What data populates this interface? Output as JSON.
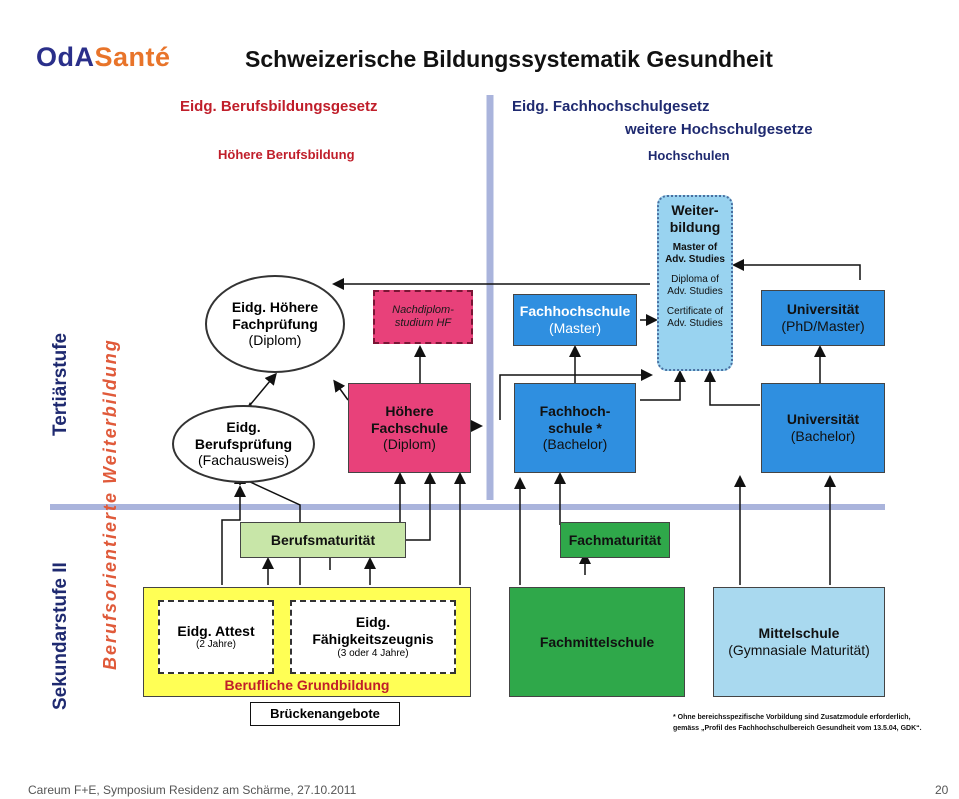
{
  "logo": {
    "part1": "OdA",
    "part2": "Santé",
    "colors": {
      "part1": "#2a2f8a",
      "part2": "#e8742a"
    }
  },
  "title": "Schweizerische Bildungssystematik Gesundheit",
  "left_header": {
    "law": "Eidg. Berufsbildungsgesetz",
    "sub": "Höhere Berufsbildung"
  },
  "right_header": {
    "law1": "Eidg. Fachhochschulgesetz",
    "law2": "weitere Hochschulgesetze",
    "sub": "Hochschulen"
  },
  "side_labels": {
    "tertiaer": "Tertiärstufe",
    "sekundar": "Sekundarstufe II",
    "weiterbildung": "Berufsorientierte Weiterbildung"
  },
  "boxes": {
    "hoehere_fachpruefung": {
      "line1": "Eidg. Höhere",
      "line2": "Fachprüfung",
      "line3": "(Diplom)"
    },
    "nachdiplom": {
      "line1": "Nachdiplom-",
      "line2": "studium HF"
    },
    "fh_master": {
      "line1": "Fachhochschule",
      "line2": "(Master)"
    },
    "weiterbildung": {
      "head1": "Weiter-",
      "head2": "bildung",
      "mas1": "Master of",
      "mas2": "Adv. Studies",
      "das1": "Diploma of",
      "das2": "Adv. Studies",
      "cas1": "Certificate of",
      "cas2": "Adv. Studies"
    },
    "uni_master": {
      "line1": "Universität",
      "line2": "(PhD/Master)"
    },
    "berufspruefung": {
      "line1": "Eidg.",
      "line2": "Berufsprüfung",
      "line3": "(Fachausweis)"
    },
    "hoehere_fachschule": {
      "line1": "Höhere",
      "line2": "Fachschule",
      "line3": "(Diplom)"
    },
    "fh_bachelor": {
      "line1": "Fachhoch-",
      "line2": "schule *",
      "line3": "(Bachelor)"
    },
    "uni_bachelor": {
      "line1": "Universität",
      "line2": "(Bachelor)"
    },
    "berufsmaturitaet": {
      "label": "Berufsmaturität"
    },
    "fachmaturitaet": {
      "label": "Fachmaturität"
    },
    "attest": {
      "line1": "Eidg. Attest",
      "line2": "(2 Jahre)"
    },
    "efz": {
      "line1": "Eidg.",
      "line2": "Fähigkeitszeugnis",
      "line3": "(3 oder 4 Jahre)"
    },
    "grundbildung": {
      "label": "Berufliche Grundbildung"
    },
    "fachmittelschule": {
      "label": "Fachmittelschule"
    },
    "mittelschule": {
      "line1": "Mittelschule",
      "line2": "(Gymnasiale Maturität)"
    },
    "brueckenangebote": {
      "label": "Brückenangebote"
    }
  },
  "footnote": {
    "line1": "* Ohne bereichsspezifische Vorbildung sind Zusatzmodule erforderlich,",
    "line2": "gemäss „Profil des Fachhochschulbereich Gesundheit vom 13.5.04, GDK“."
  },
  "footer": {
    "text": "Careum F+E, Symposium Residenz am Schärme, 27.10.2011",
    "page": "20"
  },
  "colors": {
    "pink": "#e8417a",
    "blue": "#2f8fe0",
    "light_blue": "#99d3f0",
    "green": "#2fa84a",
    "light_green": "#c8e6a8",
    "yellow": "#ffff55",
    "pale_blue": "#a9d9ef",
    "divider": "#aab4dc"
  }
}
